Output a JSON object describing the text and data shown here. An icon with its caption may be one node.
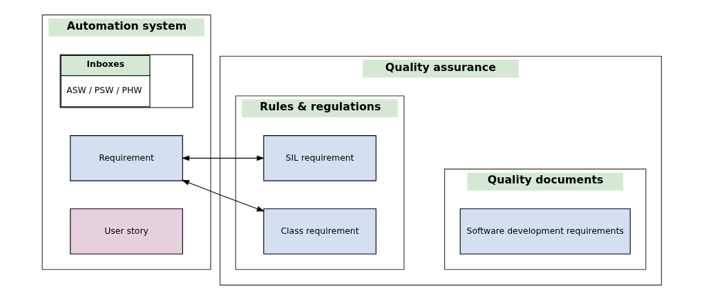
{
  "diagram": {
    "nodes": [
      {
        "text": [
          "Automation system"
        ]
      },
      {
        "text": [
          "User story"
        ],
        "in": 0
      },
      {
        "text": [
          "Requirement"
        ],
        "in": 0
      },
      {
        "text": [
          "Inboxes",
          "ASW / PSW / PHW"
        ],
        "in": 0
      },
      {
        "text": [
          "Quality assurance"
        ]
      },
      {
        "text": [
          "Rules & regulations"
        ],
        "in": 4
      },
      {
        "text": [
          "Class requirement"
        ],
        "in": 5
      },
      {
        "text": [
          "SIL requirement"
        ],
        "in": 5
      },
      {
        "text": [
          "Quality documents"
        ],
        "in": 4
      },
      {
        "text": [
          "Software development requirements"
        ],
        "in": 8
      }
    ],
    "edges": [
      {
        "from": 2,
        "to": 6,
        "arrow": "both"
      },
      {
        "from": 2,
        "to": 7,
        "arrow": "both"
      }
    ]
  }
}
